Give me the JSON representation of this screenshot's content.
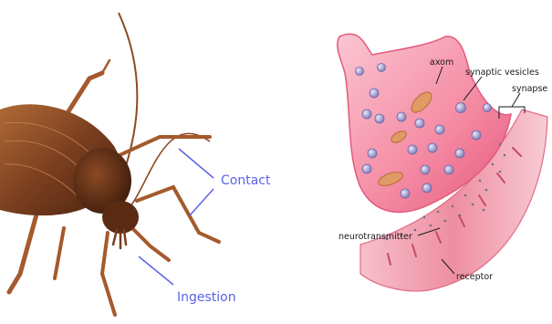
{
  "insect_panel": {
    "labels": {
      "contact": "Contact",
      "ingestion": "Ingestion"
    },
    "colors": {
      "label": "#5b63e6",
      "body": "#7a3e1f",
      "leg": "#a45a2c"
    }
  },
  "synapse_panel": {
    "labels": {
      "axon": "axom",
      "vesicles": "synaptic vesicles",
      "synapse": "synapse",
      "neurotransmitter": "neurotransmitter",
      "receptor": "receptor"
    },
    "colors": {
      "terminal": "#f07a95",
      "terminal_light": "#fbc6d2",
      "vesicle": "#8f8ac2",
      "receptor_band": "#f2a7b4",
      "label": "#1a1a1a"
    }
  }
}
